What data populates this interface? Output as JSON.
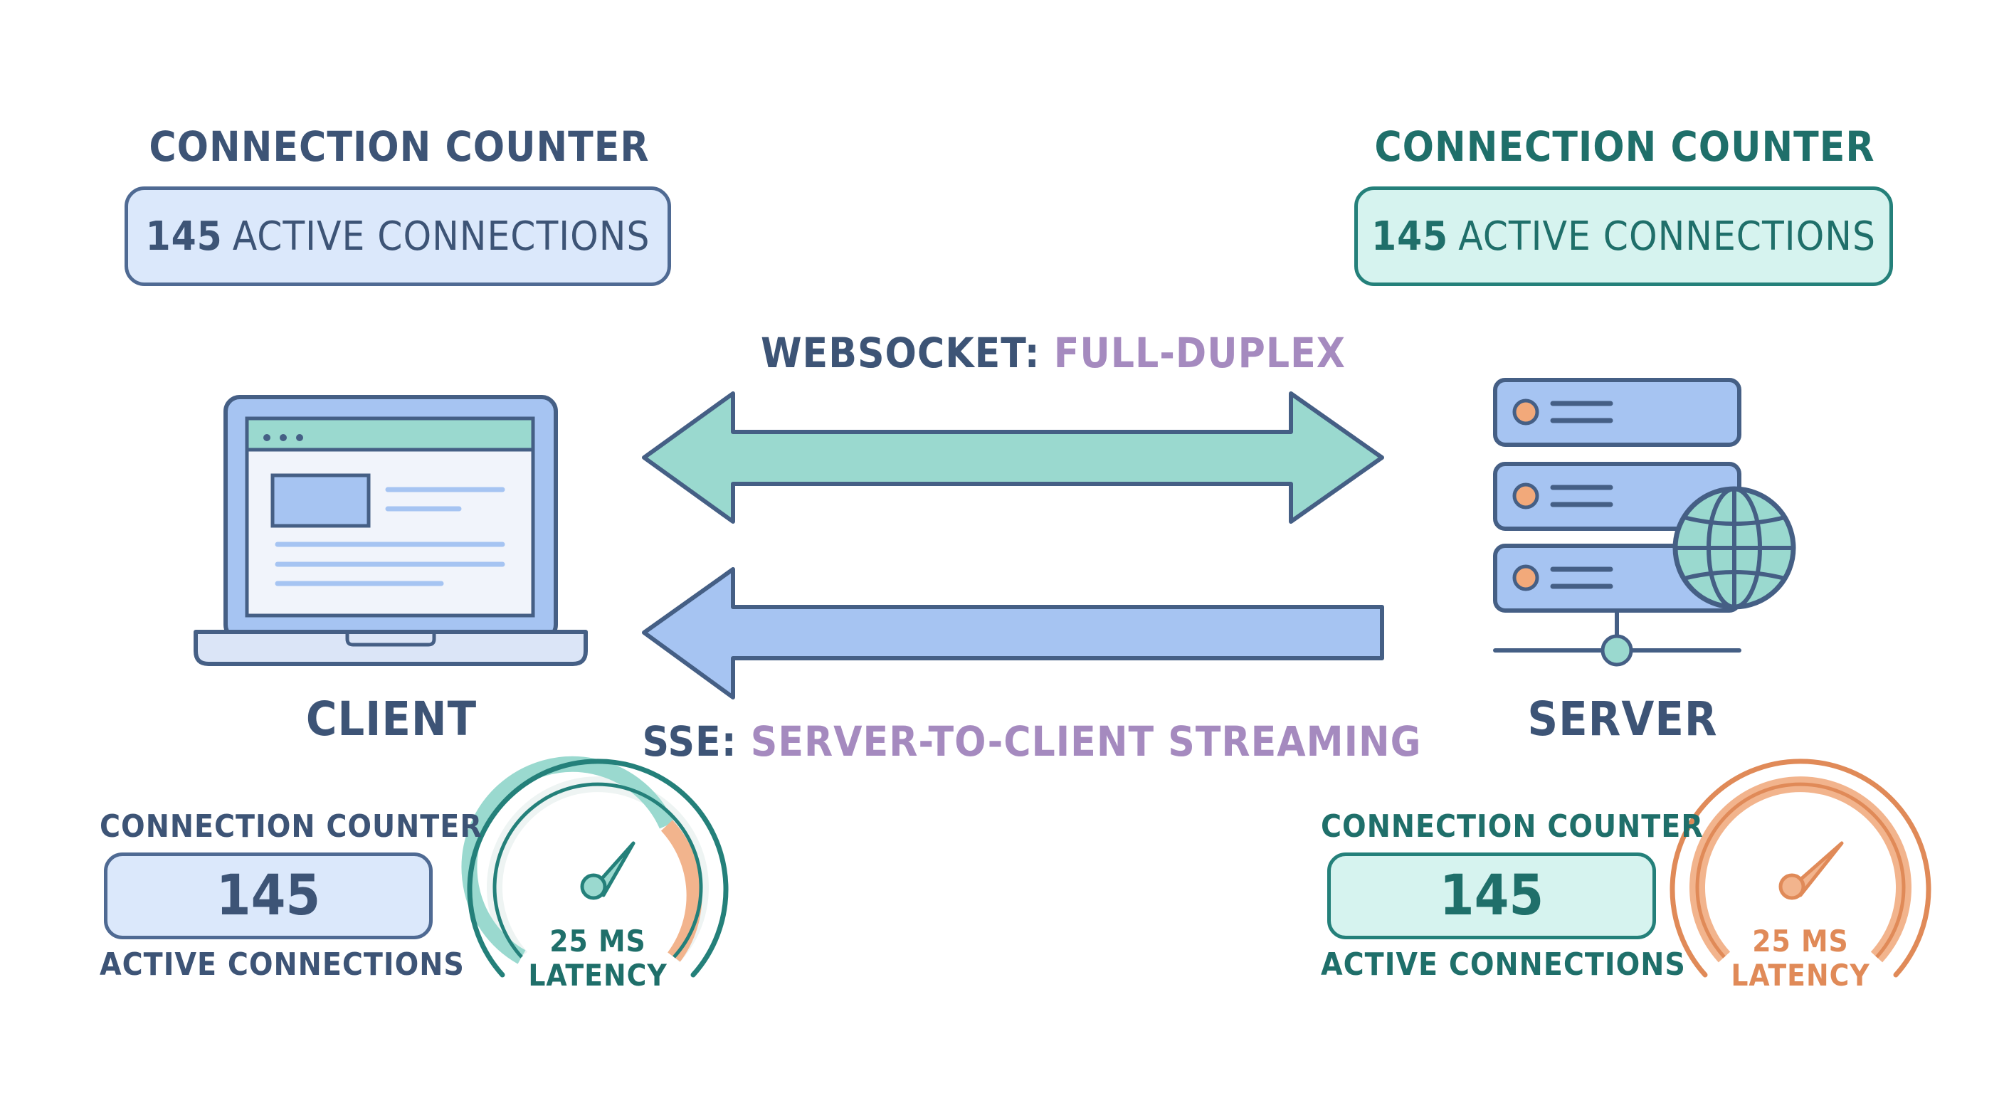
{
  "client": {
    "label": "CLIENT",
    "top_counter": {
      "heading": "CONNECTION COUNTER",
      "count": "145",
      "text": "ACTIVE CONNECTIONS"
    },
    "bottom_counter": {
      "heading": "CONNECTION COUNTER",
      "count": "145",
      "caption": "ACTIVE CONNECTIONS"
    },
    "gauge": {
      "value_text": "25 MS",
      "label": "LATENCY",
      "level": 0.72
    }
  },
  "server": {
    "label": "SERVER",
    "top_counter": {
      "heading": "CONNECTION COUNTER",
      "count": "145",
      "text": "ACTIVE CONNECTIONS"
    },
    "bottom_counter": {
      "heading": "CONNECTION COUNTER",
      "count": "145",
      "caption": "ACTIVE CONNECTIONS"
    },
    "gauge": {
      "value_text": "25 MS",
      "label": "LATENCY",
      "level": 0.72
    }
  },
  "websocket": {
    "prefix": "WEBSOCKET:",
    "desc": "FULL-DUPLEX"
  },
  "sse": {
    "prefix": "SSE:",
    "desc": "SERVER-TO-CLIENT STREAMING"
  },
  "colors": {
    "dark": "#3d5476",
    "teal": "#1f6f6a",
    "lilac": "#a58abf",
    "orange": "#e08a58",
    "blue_fill": "#dbe8fb",
    "teal_fill": "#d6f3ef"
  }
}
